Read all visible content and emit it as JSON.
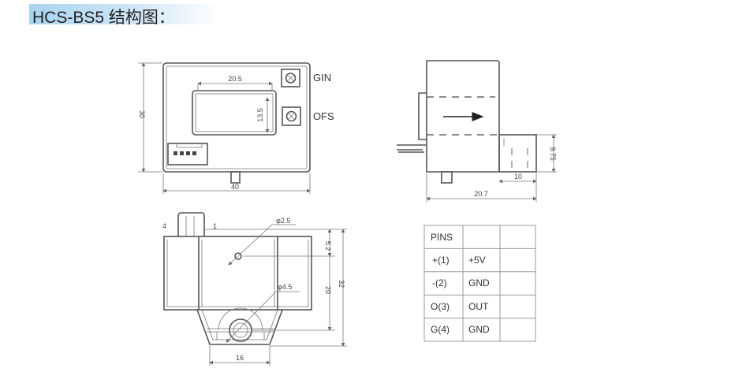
{
  "title": "HCS-BS5 结构图：",
  "front_view": {
    "dim_width": "40",
    "dim_height": "30",
    "dim_window_width": "20.5",
    "dim_window_height": "13.5",
    "gain_label": "GIN",
    "offset_label": "OFS"
  },
  "side_view": {
    "dim_depth": "20.7",
    "dim_base": "10",
    "dim_base_height": "9.75"
  },
  "bottom_view": {
    "pin4_label": "4",
    "pin1_label": "1",
    "dim_hole_small": "φ2.5",
    "dim_hole_large": "φ4.5",
    "dim_offset": "5.2",
    "dim_mid": "20",
    "dim_total": "32",
    "dim_base_width": "16"
  },
  "pins_table": {
    "header": "PINS",
    "rows": [
      {
        "pin": "+(1)",
        "signal": "+5V"
      },
      {
        "pin": "-(2)",
        "signal": "GND"
      },
      {
        "pin": "O(3)",
        "signal": "OUT"
      },
      {
        "pin": "G(4)",
        "signal": "GND"
      }
    ]
  }
}
